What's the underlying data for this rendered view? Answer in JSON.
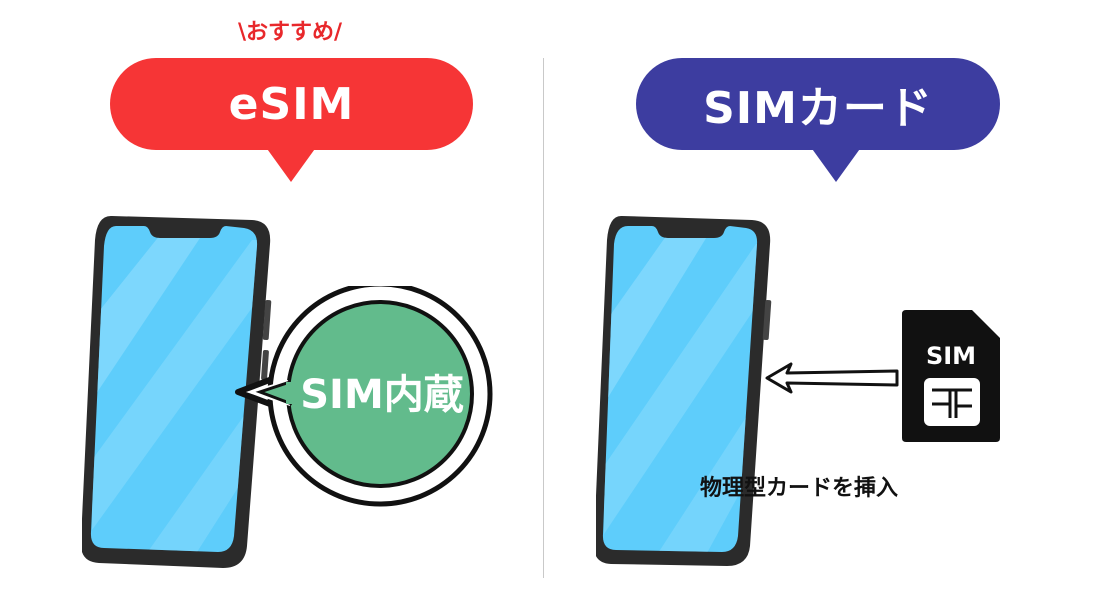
{
  "colors": {
    "esim_accent": "#f63536",
    "simcard_accent": "#3d3da0",
    "bubble_green": "#62bb8c",
    "screen_blue": "#5ecdfb",
    "phone_frame": "#2b2b2b"
  },
  "left_panel": {
    "recommend_label": "おすすめ",
    "title": "eSIM",
    "bubble_text": "SIM内蔵"
  },
  "right_panel": {
    "title": "SIMカード",
    "card_label": "SIM",
    "caption": "物理型カードを挿入"
  },
  "icons": [
    "smartphone-icon",
    "sim-card-icon",
    "left-arrow-icon",
    "speech-bubble-icon"
  ]
}
